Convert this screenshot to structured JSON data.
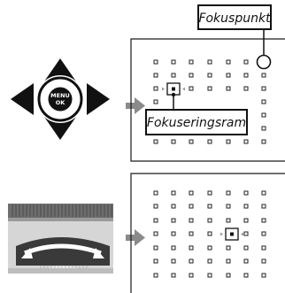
{
  "callouts": {
    "focus_point": "Fokuspunkt",
    "focus_frame": "Fokuseringsram"
  },
  "selector_button": {
    "line1": "MENU",
    "line2": "OK"
  },
  "icons": {
    "selector": "four-way-selector-icon",
    "arrow": "right-arrow-icon",
    "command_dial": "command-dial-icon"
  },
  "colors": {
    "arrow": "#8a8a8a",
    "pad": "#111111",
    "frame": "#1a1a1a",
    "dots": "#222222",
    "dial_ridge": "#4a4a4a"
  }
}
